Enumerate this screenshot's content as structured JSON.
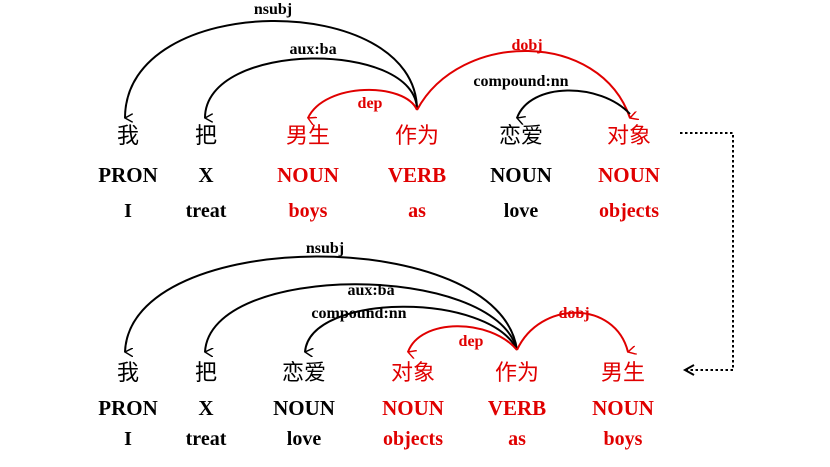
{
  "colors": {
    "default": "#000000",
    "highlight": "#e00000"
  },
  "top": {
    "tokens": [
      {
        "word": "我",
        "pos": "PRON",
        "gloss": "I",
        "highlight": false
      },
      {
        "word": "把",
        "pos": "X",
        "gloss": "treat",
        "highlight": false
      },
      {
        "word": "男生",
        "pos": "NOUN",
        "gloss": "boys",
        "highlight": true
      },
      {
        "word": "作为",
        "pos": "VERB",
        "gloss": "as",
        "highlight": true
      },
      {
        "word": "恋爱",
        "pos": "NOUN",
        "gloss": "love",
        "highlight": false
      },
      {
        "word": "对象",
        "pos": "NOUN",
        "gloss": "objects",
        "highlight": true
      }
    ],
    "arcs": [
      {
        "label": "nsubj",
        "head": 3,
        "dep": 0,
        "highlight": false
      },
      {
        "label": "aux:ba",
        "head": 3,
        "dep": 1,
        "highlight": false
      },
      {
        "label": "dep",
        "head": 3,
        "dep": 2,
        "highlight": true
      },
      {
        "label": "dobj",
        "head": 3,
        "dep": 5,
        "highlight": true
      },
      {
        "label": "compound:nn",
        "head": 5,
        "dep": 4,
        "highlight": false
      }
    ]
  },
  "bottom": {
    "tokens": [
      {
        "word": "我",
        "pos": "PRON",
        "gloss": "I",
        "highlight": false
      },
      {
        "word": "把",
        "pos": "X",
        "gloss": "treat",
        "highlight": false
      },
      {
        "word": "恋爱",
        "pos": "NOUN",
        "gloss": "love",
        "highlight": false
      },
      {
        "word": "对象",
        "pos": "NOUN",
        "gloss": "objects",
        "highlight": true
      },
      {
        "word": "作为",
        "pos": "VERB",
        "gloss": "as",
        "highlight": true
      },
      {
        "word": "男生",
        "pos": "NOUN",
        "gloss": "boys",
        "highlight": true
      }
    ],
    "arcs": [
      {
        "label": "nsubj",
        "head": 4,
        "dep": 0,
        "highlight": false
      },
      {
        "label": "aux:ba",
        "head": 4,
        "dep": 1,
        "highlight": false
      },
      {
        "label": "compound:nn",
        "head": 4,
        "dep": 2,
        "highlight": false
      },
      {
        "label": "dep",
        "head": 4,
        "dep": 3,
        "highlight": true
      },
      {
        "label": "dobj",
        "head": 4,
        "dep": 5,
        "highlight": true
      }
    ]
  }
}
